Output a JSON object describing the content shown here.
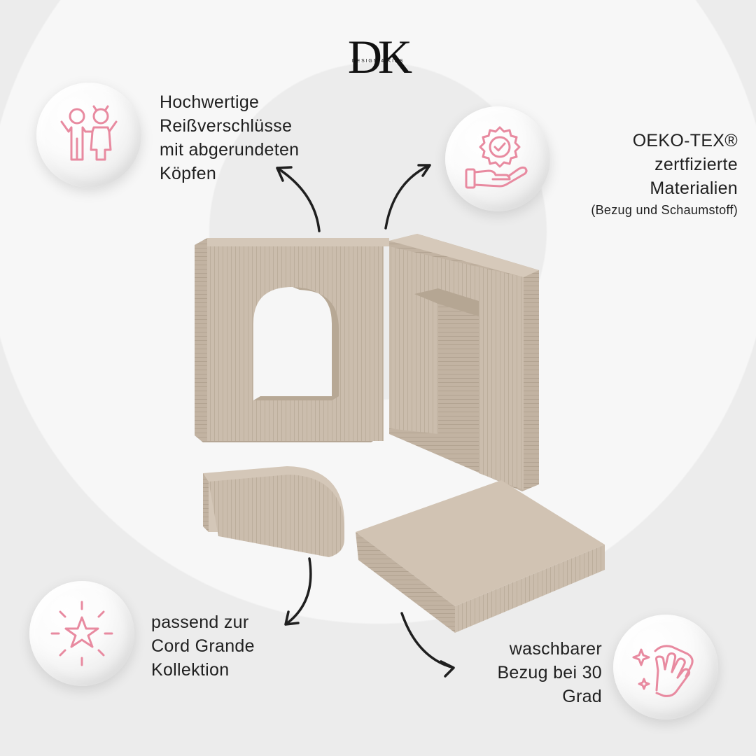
{
  "brand": {
    "monogram": "DK",
    "tagline": "DESIGN 4 KIDS"
  },
  "features": {
    "top_left": {
      "icon": "children-icon",
      "lines": [
        "Hochwertige",
        "Reißverschlüsse",
        "mit abgerundeten",
        "Köpfen"
      ]
    },
    "top_right": {
      "icon": "certified-hand-icon",
      "lines": [
        "OEKO-TEX®",
        "zertfizierte",
        "Materialien"
      ],
      "note": "(Bezug und Schaumstoff)"
    },
    "bottom_left": {
      "icon": "sparkle-star-icon",
      "lines": [
        "passend zur",
        "Cord Grande",
        "Kollektion"
      ]
    },
    "bottom_right": {
      "icon": "washing-hand-icon",
      "lines": [
        "waschbarer",
        "Bezug bei 30",
        "Grad"
      ]
    }
  },
  "colors": {
    "accent_pink": "#e88aa0",
    "foam_beige": "#cbbdad",
    "background": "#ececec"
  }
}
